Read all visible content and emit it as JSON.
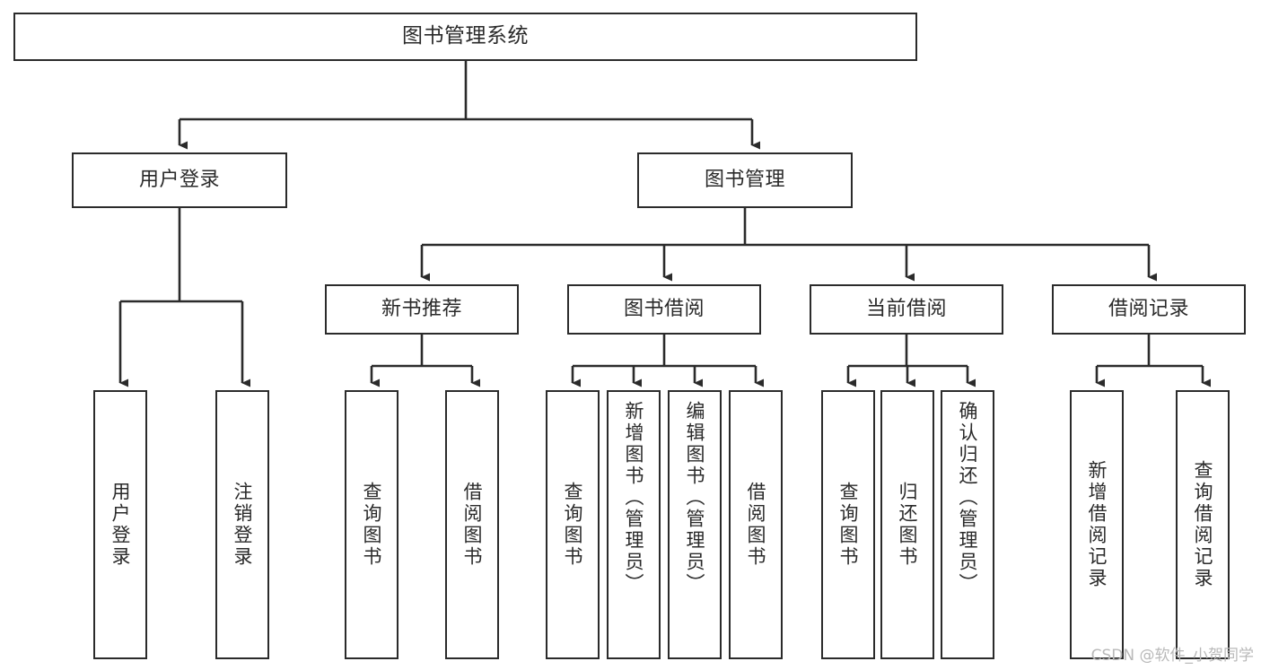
{
  "diagram": {
    "type": "tree",
    "title": "图书管理系统",
    "watermark": "CSDN @软件_小贺同学",
    "colors": {
      "box_border": "#2b2b2b",
      "box_fill": "#ffffff",
      "line": "#2b2b2b",
      "text": "#2a2a2a",
      "watermark": "#b9b9b9",
      "background": "#ffffff"
    },
    "root": {
      "label": "图书管理系统"
    },
    "level2": [
      {
        "label": "用户登录"
      },
      {
        "label": "图书管理"
      }
    ],
    "level3": [
      {
        "label": "新书推荐"
      },
      {
        "label": "图书借阅"
      },
      {
        "label": "当前借阅"
      },
      {
        "label": "借阅记录"
      }
    ],
    "leaves": {
      "user_login": [
        {
          "label": "用户登录"
        },
        {
          "label": "注销登录"
        }
      ],
      "new_book": [
        {
          "label": "查询图书"
        },
        {
          "label": "借阅图书"
        }
      ],
      "book_borrow": [
        {
          "label": "查询图书"
        },
        {
          "label": "新增图书（管理员）"
        },
        {
          "label": "编辑图书（管理员）"
        },
        {
          "label": "借阅图书"
        }
      ],
      "current_borrow": [
        {
          "label": "查询图书"
        },
        {
          "label": "归还图书"
        },
        {
          "label": "确认归还（管理员）"
        }
      ],
      "borrow_record": [
        {
          "label": "新增借阅记录"
        },
        {
          "label": "查询借阅记录"
        }
      ]
    }
  }
}
